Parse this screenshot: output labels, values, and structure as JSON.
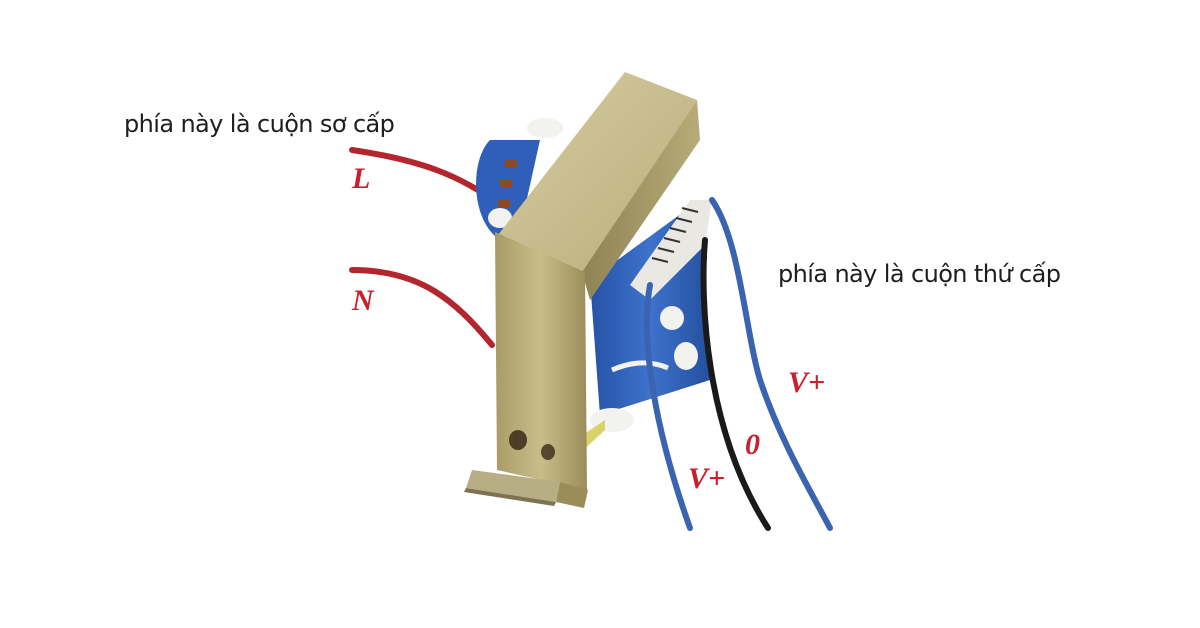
{
  "captions": {
    "primary_side": "phía này là cuộn sơ cấp",
    "secondary_side": "phía này là cuộn thứ cấp"
  },
  "wire_labels": {
    "primary_live": "L",
    "primary_neutral": "N",
    "secondary_left": "V+",
    "secondary_center": "0",
    "secondary_right": "V+"
  },
  "colors": {
    "background": "#ffffff",
    "label_red": "#c8202c",
    "caption_text": "#1e1e1e",
    "primary_wire_red": "#b3262e",
    "secondary_wire_blue": "#3b64b0",
    "center_wire_black": "#1a1a1a",
    "core_steel": "#c8bd8c",
    "coil_blue": "#2f5fb8",
    "bobbin_white": "#f2f2ee"
  }
}
